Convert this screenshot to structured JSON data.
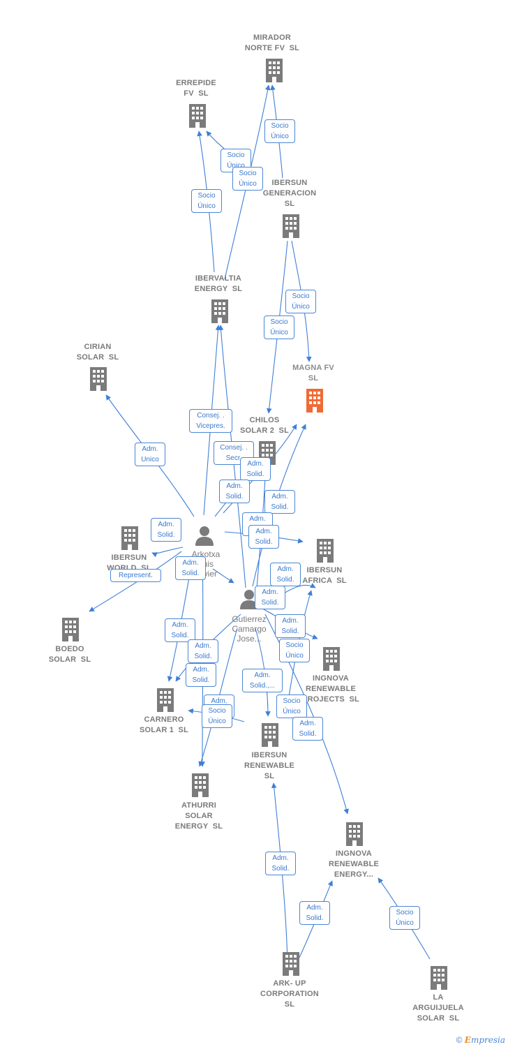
{
  "nodes": {
    "mirador": "MIRADOR\nNORTE FV  SL",
    "errepide": "ERREPIDE\nFV  SL",
    "ibersun_gen": "IBERSUN\nGENERACION\nSL",
    "ibervaltia": "IBERVALTIA\nENERGY  SL",
    "cirian": "CIRIAN\nSOLAR  SL",
    "magna": "MAGNA FV\nSL",
    "chilos": "CHILOS\nSOLAR 2  SL",
    "ibersun_world": "IBERSUN\nWORLD  SL",
    "ibersun_africa": "IBERSUN\nAFRICA  SL",
    "boedo": "BOEDO\nSOLAR  SL",
    "ingnova_rp": "INGNOVA\nRENEWABLE\nPROJECTS  SL",
    "carnero": "CARNERO\nSOLAR 1  SL",
    "ibersun_renew": "IBERSUN\nRENEWABLE\nSL",
    "athurri": "ATHURRI\nSOLAR\nENERGY  SL",
    "ingnova_re": "INGNOVA\nRENEWABLE\nENERGY...",
    "arkup": "ARK- UP\nCORPORATION\nSL",
    "arguijuela": "LA\nARGUIJUELA\nSOLAR  SL"
  },
  "persons": {
    "arkotxa": "Arkotxa\nLuis\nJavier",
    "gutierrez": "Gutierrez\nCamargo\nJose..."
  },
  "badges": {
    "socio_unico": "Socio\nÚnico",
    "adm_solid": "Adm.\nSolid.",
    "adm_unico": "Adm.\nUnico",
    "consej_vicepres": "Consej. .\nVicepres.",
    "consej_secr": "Consej. .\nSecr.",
    "represent": "Represent.",
    "adm_solid_ellipsis": "Adm.\nSolid.,..."
  },
  "colors": {
    "edge": "#3f7fd6",
    "node_icon": "#7b7b7b",
    "focus_icon": "#f06a35"
  },
  "footer": {
    "copyright": "©",
    "brand_e": "E",
    "brand_rest": "mpresia"
  }
}
